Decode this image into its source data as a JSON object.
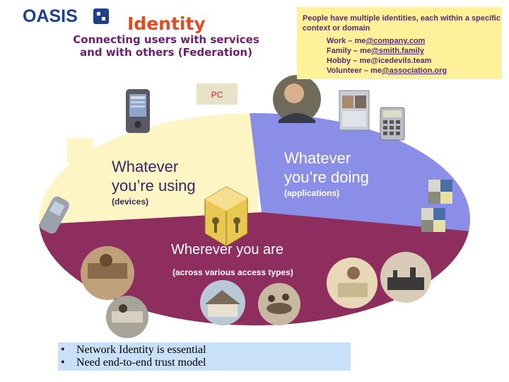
{
  "header": {
    "logo_text": "OASIS",
    "title": "Identity",
    "subtitle_line1": "Connecting users with services",
    "subtitle_line2": "and with others (Federation)"
  },
  "callout": {
    "heading": "People have multiple identities, each within a specific context or domain",
    "lines": [
      {
        "label": "Work – me",
        "value": "@company.com"
      },
      {
        "label": "Family – me",
        "value": "@smith.family"
      },
      {
        "label": "Hobby – me",
        "value": "@icedevils.team"
      },
      {
        "label": "Volunteer – me",
        "value": "@association.org"
      }
    ]
  },
  "diagram": {
    "pc_label": "PC",
    "devices_line1": "Whatever",
    "devices_line2": "you’re using",
    "devices_sub": "(devices)",
    "apps_line1": "Whatever",
    "apps_line2": "you’re doing",
    "apps_sub": "(applications)",
    "access_main": "Wherever you are",
    "access_sub": "(across various access types)",
    "colors": {
      "devices": "#fdf6c4",
      "apps": "#8a8ee6",
      "access": "#8e2e5f",
      "callout": "#fff09a",
      "title": "#e24c1e",
      "subtitle": "#6b1f6f"
    }
  },
  "bullets": [
    "Network Identity is essential",
    "Need end-to-end trust model"
  ]
}
